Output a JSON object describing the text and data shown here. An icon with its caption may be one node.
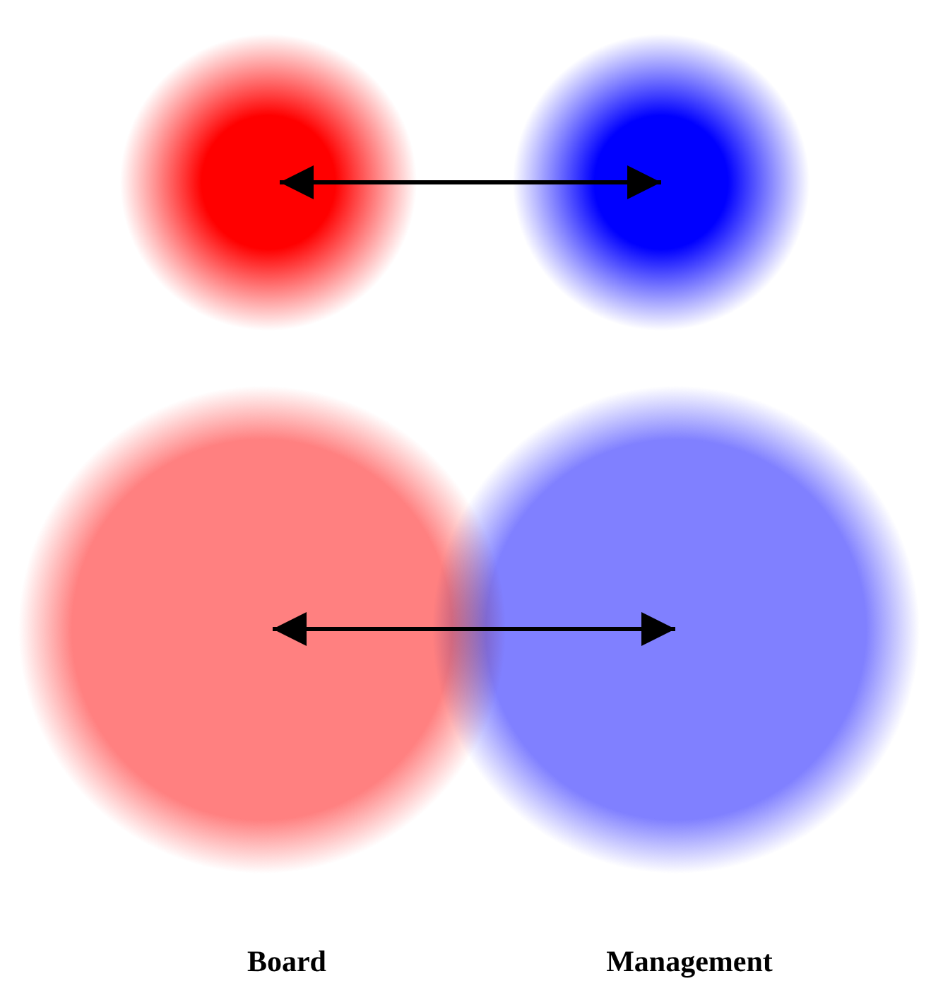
{
  "diagram": {
    "nodes": [
      {
        "text": [],
        "shape": "circle"
      },
      {
        "text": [],
        "shape": "circle"
      },
      {
        "text": [],
        "shape": "circle"
      },
      {
        "text": [],
        "shape": "circle"
      }
    ],
    "edges": [
      {
        "from": 0,
        "to": 1,
        "arrow": "both"
      },
      {
        "from": 2,
        "to": 3,
        "arrow": "both"
      }
    ],
    "labels": [
      "Board",
      "Management"
    ]
  }
}
